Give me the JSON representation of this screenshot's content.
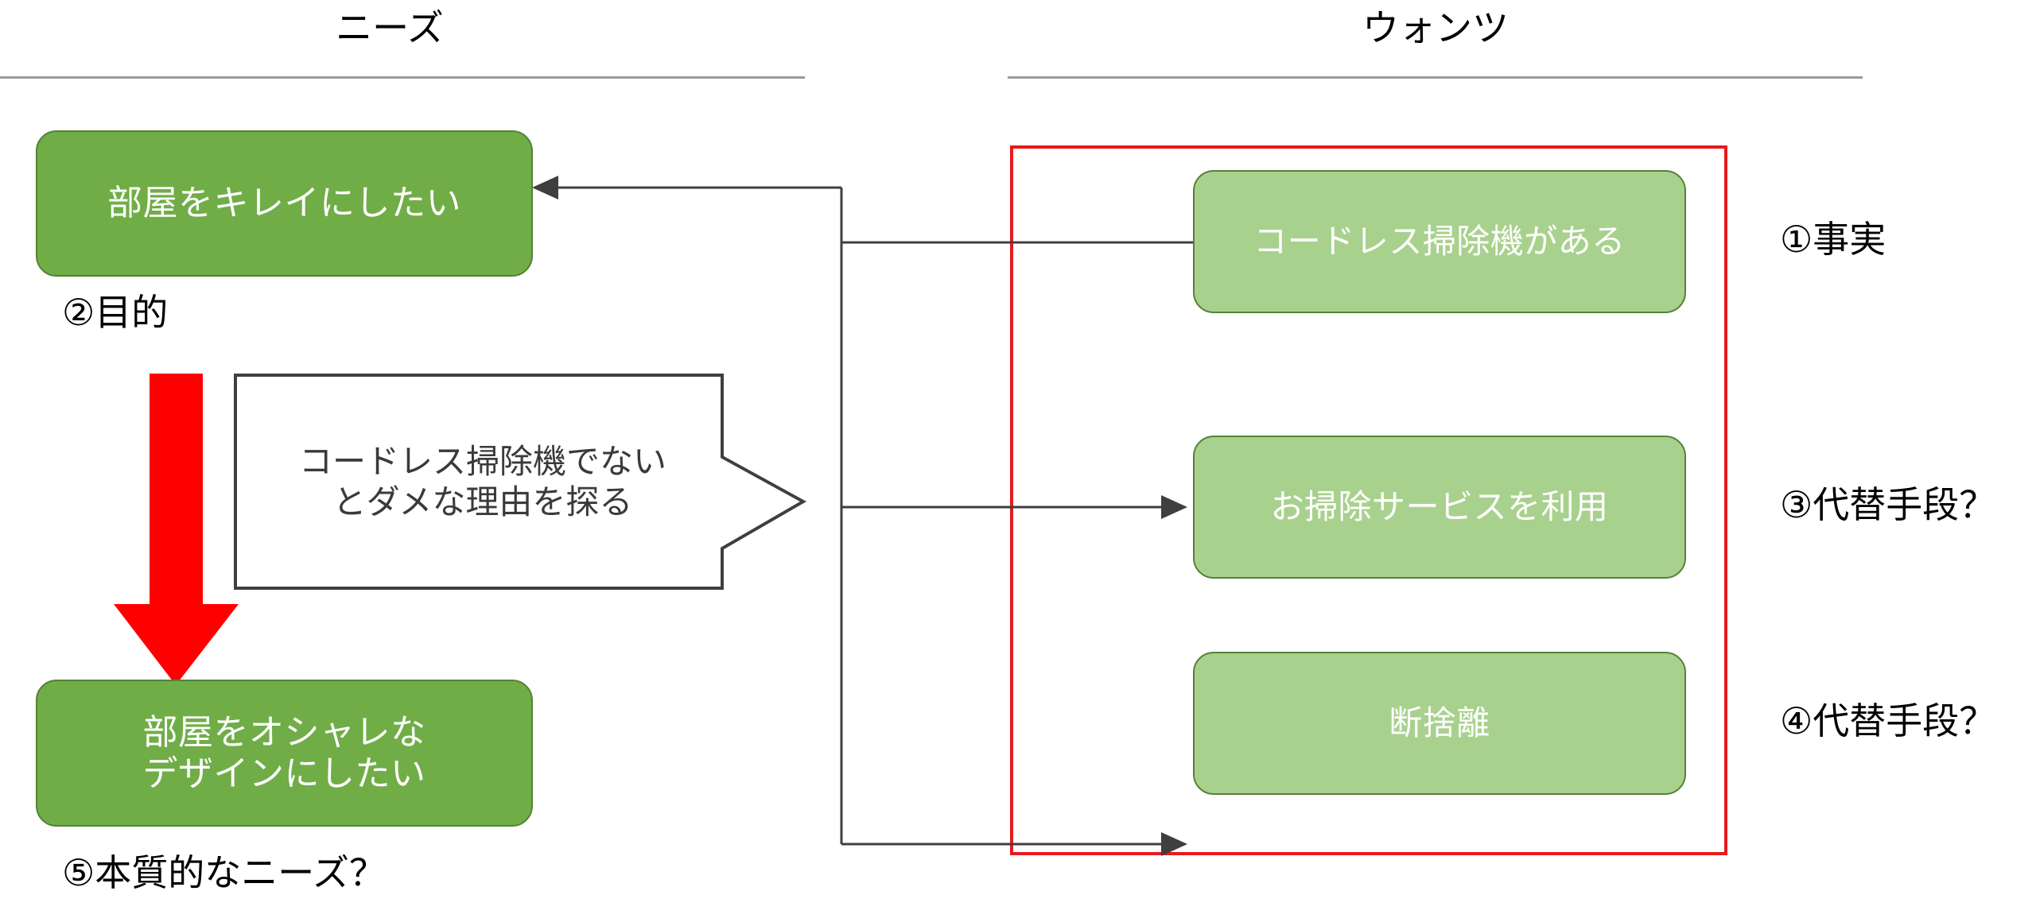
{
  "columns": {
    "left": {
      "title": "ニーズ"
    },
    "right": {
      "title": "ウォンツ"
    }
  },
  "needs": {
    "goal_node": {
      "label": "部屋をキレイにしたい"
    },
    "goal_caption": "②目的",
    "callout": {
      "label": "コードレス掃除機でない\nとダメな理由を探る"
    },
    "essence_node": {
      "label": "部屋をオシャレな\nデザインにしたい"
    },
    "essence_caption": "⑤本質的なニーズ？",
    "down_arrow": {
      "name": "red-down-arrow"
    }
  },
  "wants": {
    "frame": {
      "name": "wants-red-frame"
    },
    "items": [
      {
        "label": "コードレス掃除機がある",
        "annotation": "①事実"
      },
      {
        "label": "お掃除サービスを利用",
        "annotation": "③代替手段？"
      },
      {
        "label": "断捨離",
        "annotation": "④代替手段？"
      }
    ]
  },
  "colors": {
    "node_dark_fill": "#70ad47",
    "node_light_fill": "#a9d18e",
    "node_stroke": "#548235",
    "frame_red": "#e8191c",
    "arrow_red": "#ff0000",
    "connector_gray": "#404040",
    "divider_gray": "#9a9a9a",
    "text_dark": "#3a3a3a"
  }
}
